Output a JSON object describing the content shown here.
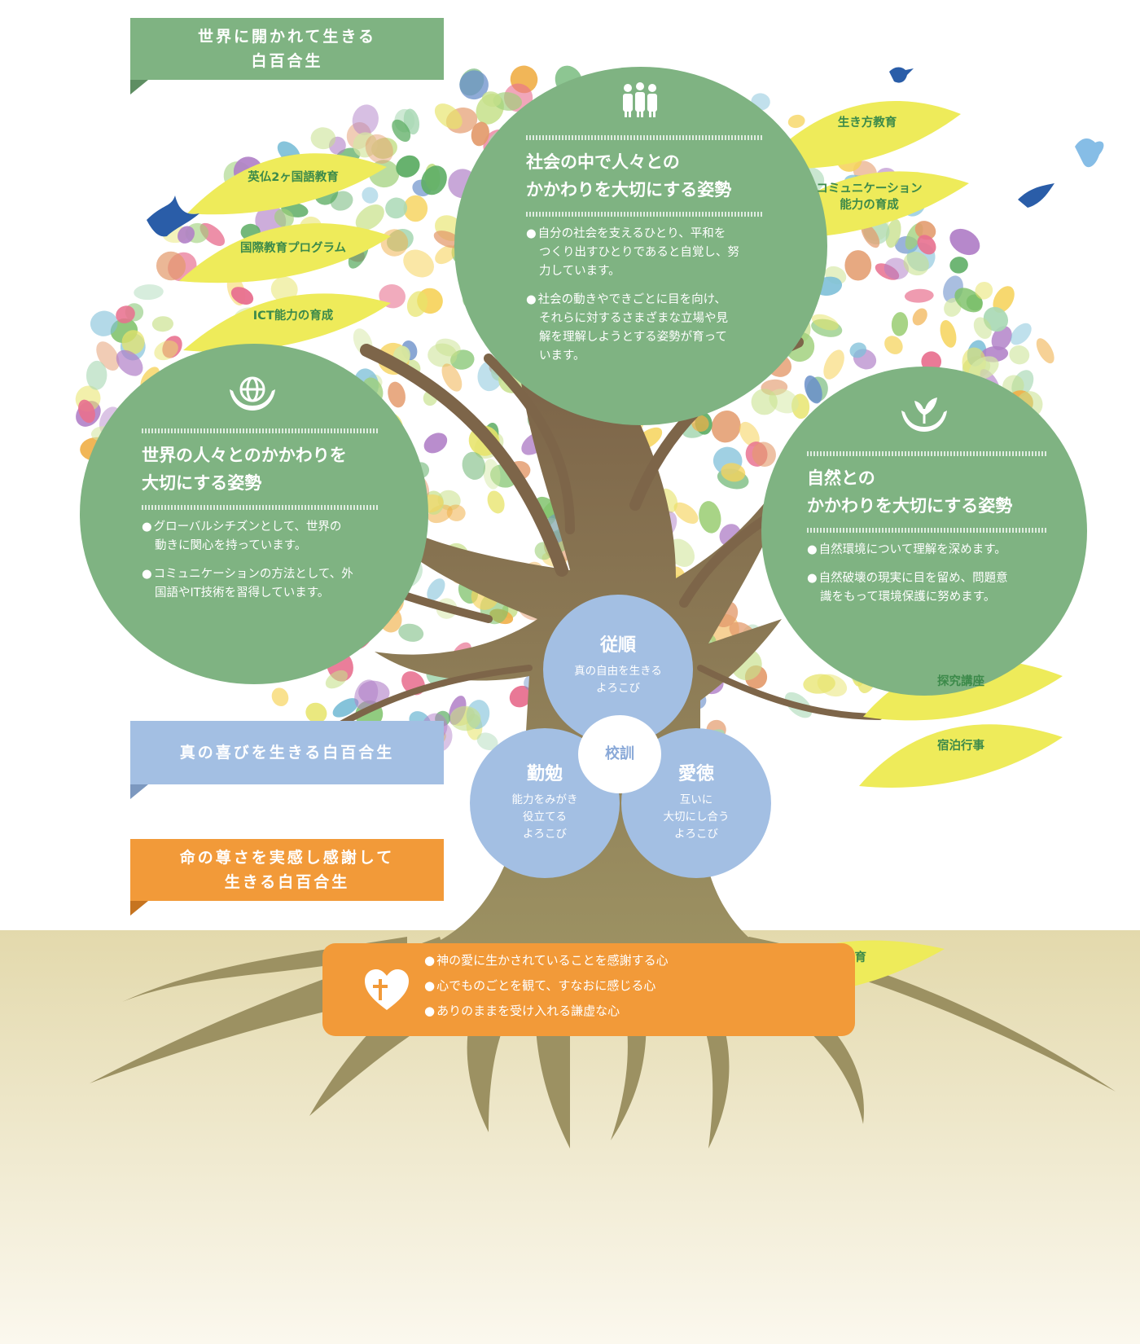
{
  "banners": {
    "open_world": "世界に開かれて生きる\n白百合生",
    "true_joy": "真の喜びを生きる白百合生",
    "life": "命の尊さを実感し感謝して\n生きる白百合生"
  },
  "circles": {
    "society": {
      "icon": "people-icon",
      "title": "社会の中で人々との\nかかわりを大切にする姿勢",
      "items": [
        "自分の社会を支えるひとり、平和を\nつくり出すひとりであると自覚し、努\n力しています。",
        "社会の動きやできごとに目を向け、\nそれらに対するさまざまな立場や見\n解を理解しようとする姿勢が育って\nいます。"
      ]
    },
    "world": {
      "icon": "globe-hands-icon",
      "title": "世界の人々とのかかわりを\n大切にする姿勢",
      "items": [
        "グローバルシチズンとして、世界の\n動きに関心を持っています。",
        "コミュニケーションの方法として、外\n国語やIT技術を習得しています。"
      ]
    },
    "nature": {
      "icon": "sprout-hands-icon",
      "title": "自然との\nかかわりを大切にする姿勢",
      "items": [
        "自然環境について理解を深めます。",
        "自然破壊の現実に目を留め、問題意\n識をもって環境保護に努めます。"
      ]
    }
  },
  "leaves": {
    "eng_fr": "英仏2ヶ国語教育",
    "intl": "国際教育プログラム",
    "ict": "ICT能力の育成",
    "ikikata": "生き方教育",
    "comm": "コミュニケーション\n能力の育成",
    "tankyu": "探究講座",
    "shukuhaku": "宿泊行事",
    "religion": "宗教教育"
  },
  "motto": {
    "center": "校訓",
    "obedience": {
      "title": "従順",
      "sub": "真の自由を生きる\nよろこび"
    },
    "diligence": {
      "title": "勤勉",
      "sub": "能力をみがき\n役立てる\nよろこび"
    },
    "love": {
      "title": "愛徳",
      "sub": "互いに\n大切にし合う\nよろこび"
    }
  },
  "roots": {
    "icon": "heart-cross-icon",
    "items": [
      "神の愛に生かされていることを感謝する心",
      "心でものごとを観て、すなおに感じる心",
      "ありのままを受け入れる謙虚な心"
    ]
  },
  "colors": {
    "circle_green": "#7fb382",
    "leaf_yellow": "#eeeb5a",
    "banner_blue": "#a3bfe3",
    "banner_orange": "#f29a39",
    "trunk_brown": "#8a6d4a",
    "ground": "#e3d9ac",
    "bird_blue": "#2a5da8"
  }
}
